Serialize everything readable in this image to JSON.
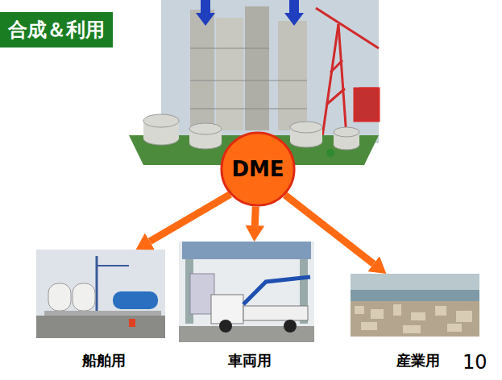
{
  "diagram": {
    "nodes": [
      {
        "text": [
          "合成＆利用"
        ]
      },
      {
        "text": [
          "DME"
        ]
      },
      {
        "text": [
          "船舶用"
        ]
      },
      {
        "text": [
          "車両用"
        ]
      },
      {
        "text": [
          "産業用"
        ]
      }
    ],
    "edges": [
      {
        "from": 1,
        "to": 2,
        "arrow": "to"
      },
      {
        "from": 1,
        "to": 3,
        "arrow": "to"
      },
      {
        "from": 1,
        "to": 4,
        "arrow": "to"
      }
    ],
    "labels": [
      "10"
    ]
  }
}
